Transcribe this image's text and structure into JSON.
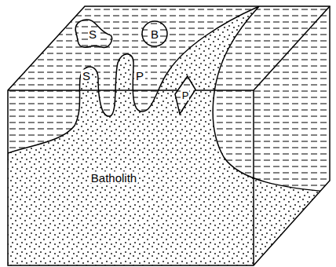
{
  "diagram": {
    "nodes": [
      {
        "text": [
          "S"
        ]
      },
      {
        "text": [
          "B"
        ]
      },
      {
        "text": [
          "P"
        ]
      }
    ],
    "labels": [
      "S",
      "P",
      "Batholith"
    ]
  }
}
